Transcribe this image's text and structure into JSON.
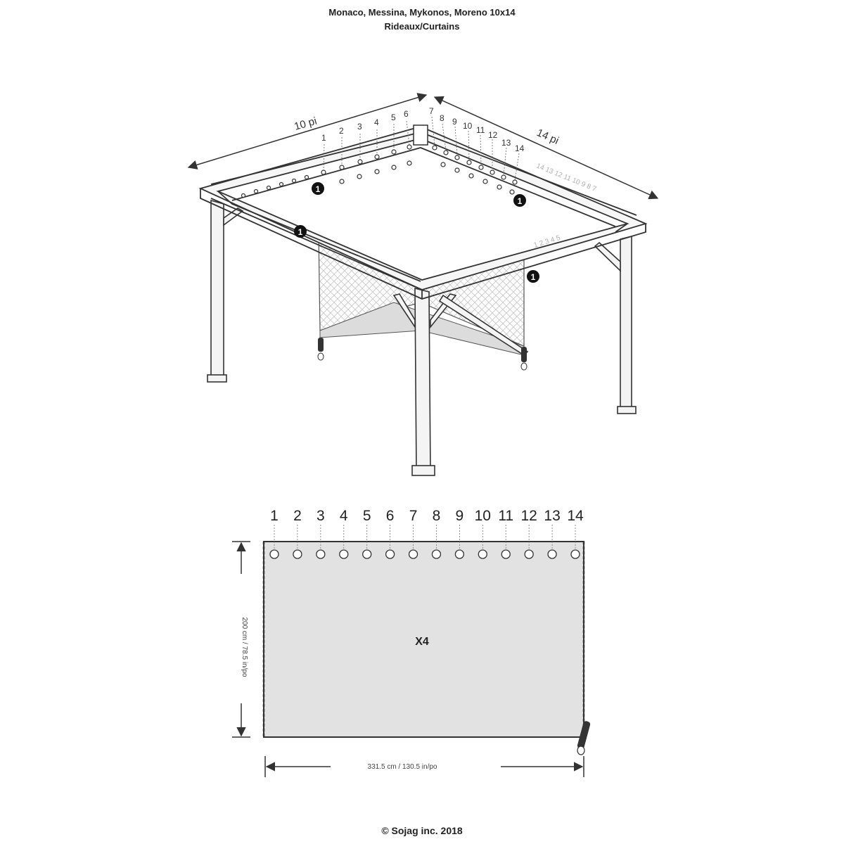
{
  "header": {
    "title_line1": "Monaco, Messina, Mykonos, Moreno 10x14",
    "title_line2": "Rideaux/Curtains"
  },
  "gazebo": {
    "width_label": "10 pi",
    "depth_label": "14 pi",
    "callout": "1",
    "front_hook_numbers": [
      "1",
      "2",
      "3",
      "4",
      "5",
      "6"
    ],
    "side_hook_numbers": [
      "7",
      "8",
      "9",
      "10",
      "11",
      "12",
      "13",
      "14"
    ],
    "far_side_numbers": "14 13 12 11 10 9 8 7",
    "right_side_numbers": "1 2 3 4 5"
  },
  "curtain": {
    "grommet_numbers": [
      "1",
      "2",
      "3",
      "4",
      "5",
      "6",
      "7",
      "8",
      "9",
      "10",
      "11",
      "12",
      "13",
      "14"
    ],
    "quantity_label": "X4",
    "height_label": "200 cm / 78.5 in/po",
    "width_label": "331.5 cm / 130.5 in/po"
  },
  "footer": {
    "copyright": "© Sojag inc. 2018"
  },
  "colors": {
    "line": "#333333",
    "panel_fill": "#e2e2e2",
    "mesh": "#bdbdbd"
  }
}
